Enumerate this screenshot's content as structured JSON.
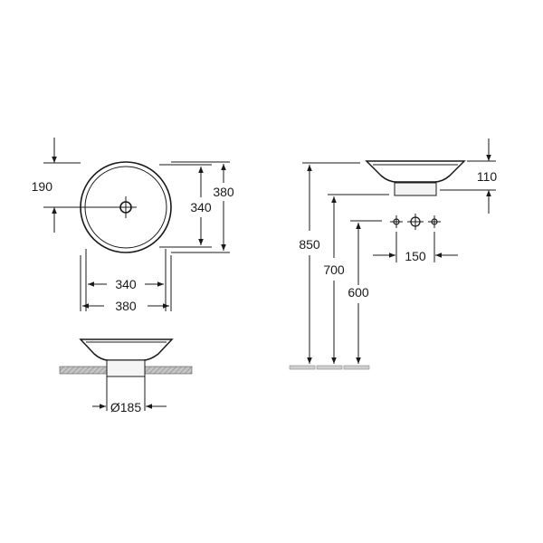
{
  "drawing": {
    "top_view": {
      "offset_label": "190",
      "inner_height_label": "340",
      "outer_height_label": "380",
      "inner_width_label": "340",
      "outer_width_label": "380"
    },
    "section_view": {
      "cutout_label": "Ø185"
    },
    "elevation_view": {
      "total_height_label": "850",
      "counter_height_label": "700",
      "tap_height_label": "600",
      "bowl_height_label": "110",
      "tap_spacing_label": "150"
    },
    "colors": {
      "line": "#1a1a1a",
      "counter": "#b0b0b0",
      "floor": "#cfcfcf",
      "background": "#ffffff"
    }
  }
}
